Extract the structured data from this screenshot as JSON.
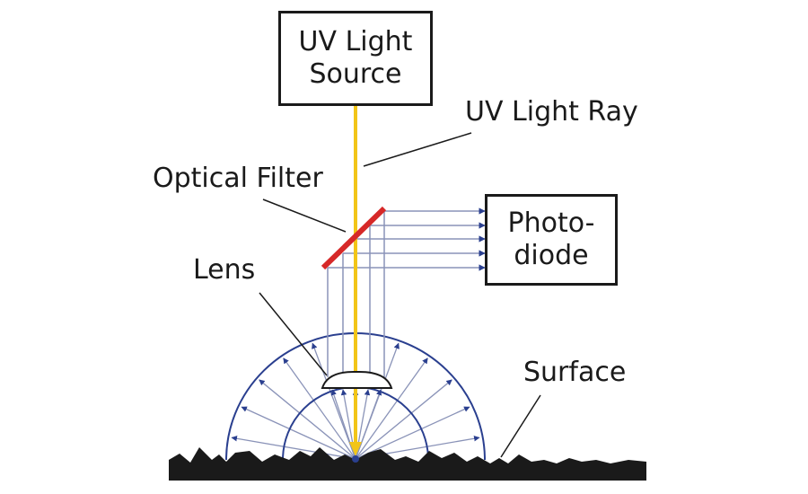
{
  "labels": {
    "source_line1": "UV Light",
    "source_line2": "Source",
    "ray": "UV Light Ray",
    "filter": "Optical Filter",
    "photodiode_line1": "Photo-",
    "photodiode_line2": "diode",
    "lens": "Lens",
    "surface": "Surface"
  },
  "colors": {
    "ray": "#f2c518",
    "filter": "#d62828",
    "scatter": "#2a3f8f",
    "lines": "#8a93b8",
    "surface": "#1a1a1a"
  }
}
